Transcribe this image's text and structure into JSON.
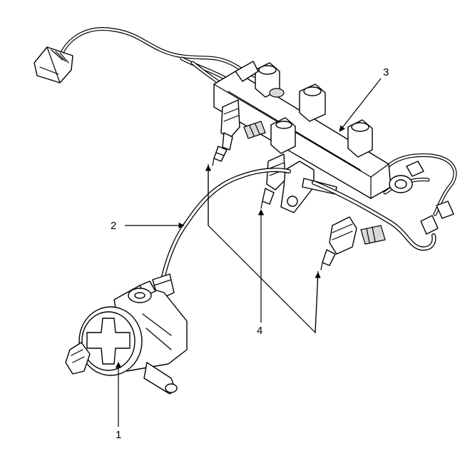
{
  "callouts": {
    "c1": "1",
    "c2": "2",
    "c3": "3",
    "c4": "4"
  },
  "colors": {
    "line": "#000000",
    "background": "#ffffff",
    "shade": "#d9d9d9"
  }
}
